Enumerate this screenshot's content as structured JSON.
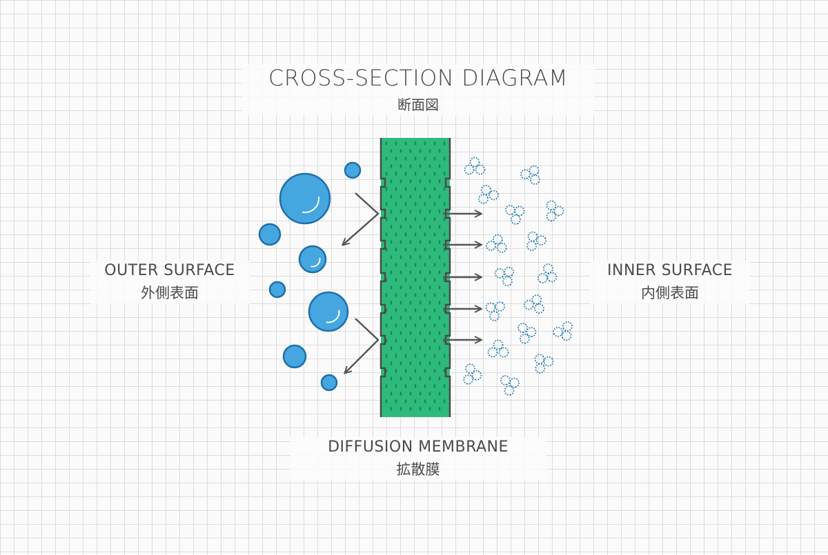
{
  "title": {
    "en": "CROSS-SECTION DIAGRAM",
    "jp": "断面図"
  },
  "outer_surface": {
    "en": "OUTER SURFACE",
    "jp": "外側表面"
  },
  "inner_surface": {
    "en": "INNER SURFACE",
    "jp": "内側表面"
  },
  "membrane": {
    "en": "DIFFUSION MEMBRANE",
    "jp": "拡散膜"
  },
  "icons": [
    "large-molecule-icon",
    "small-molecule-icon",
    "reflect-arrow-icon",
    "pass-arrow-icon"
  ],
  "colors": {
    "membrane_fill": "#2dba7a",
    "membrane_edge": "#4a4a4a",
    "large_molecule": "#45a6e0",
    "large_molecule_stroke": "#1e6fa8",
    "small_molecule": "#2a7fb0",
    "arrow": "#555555"
  }
}
